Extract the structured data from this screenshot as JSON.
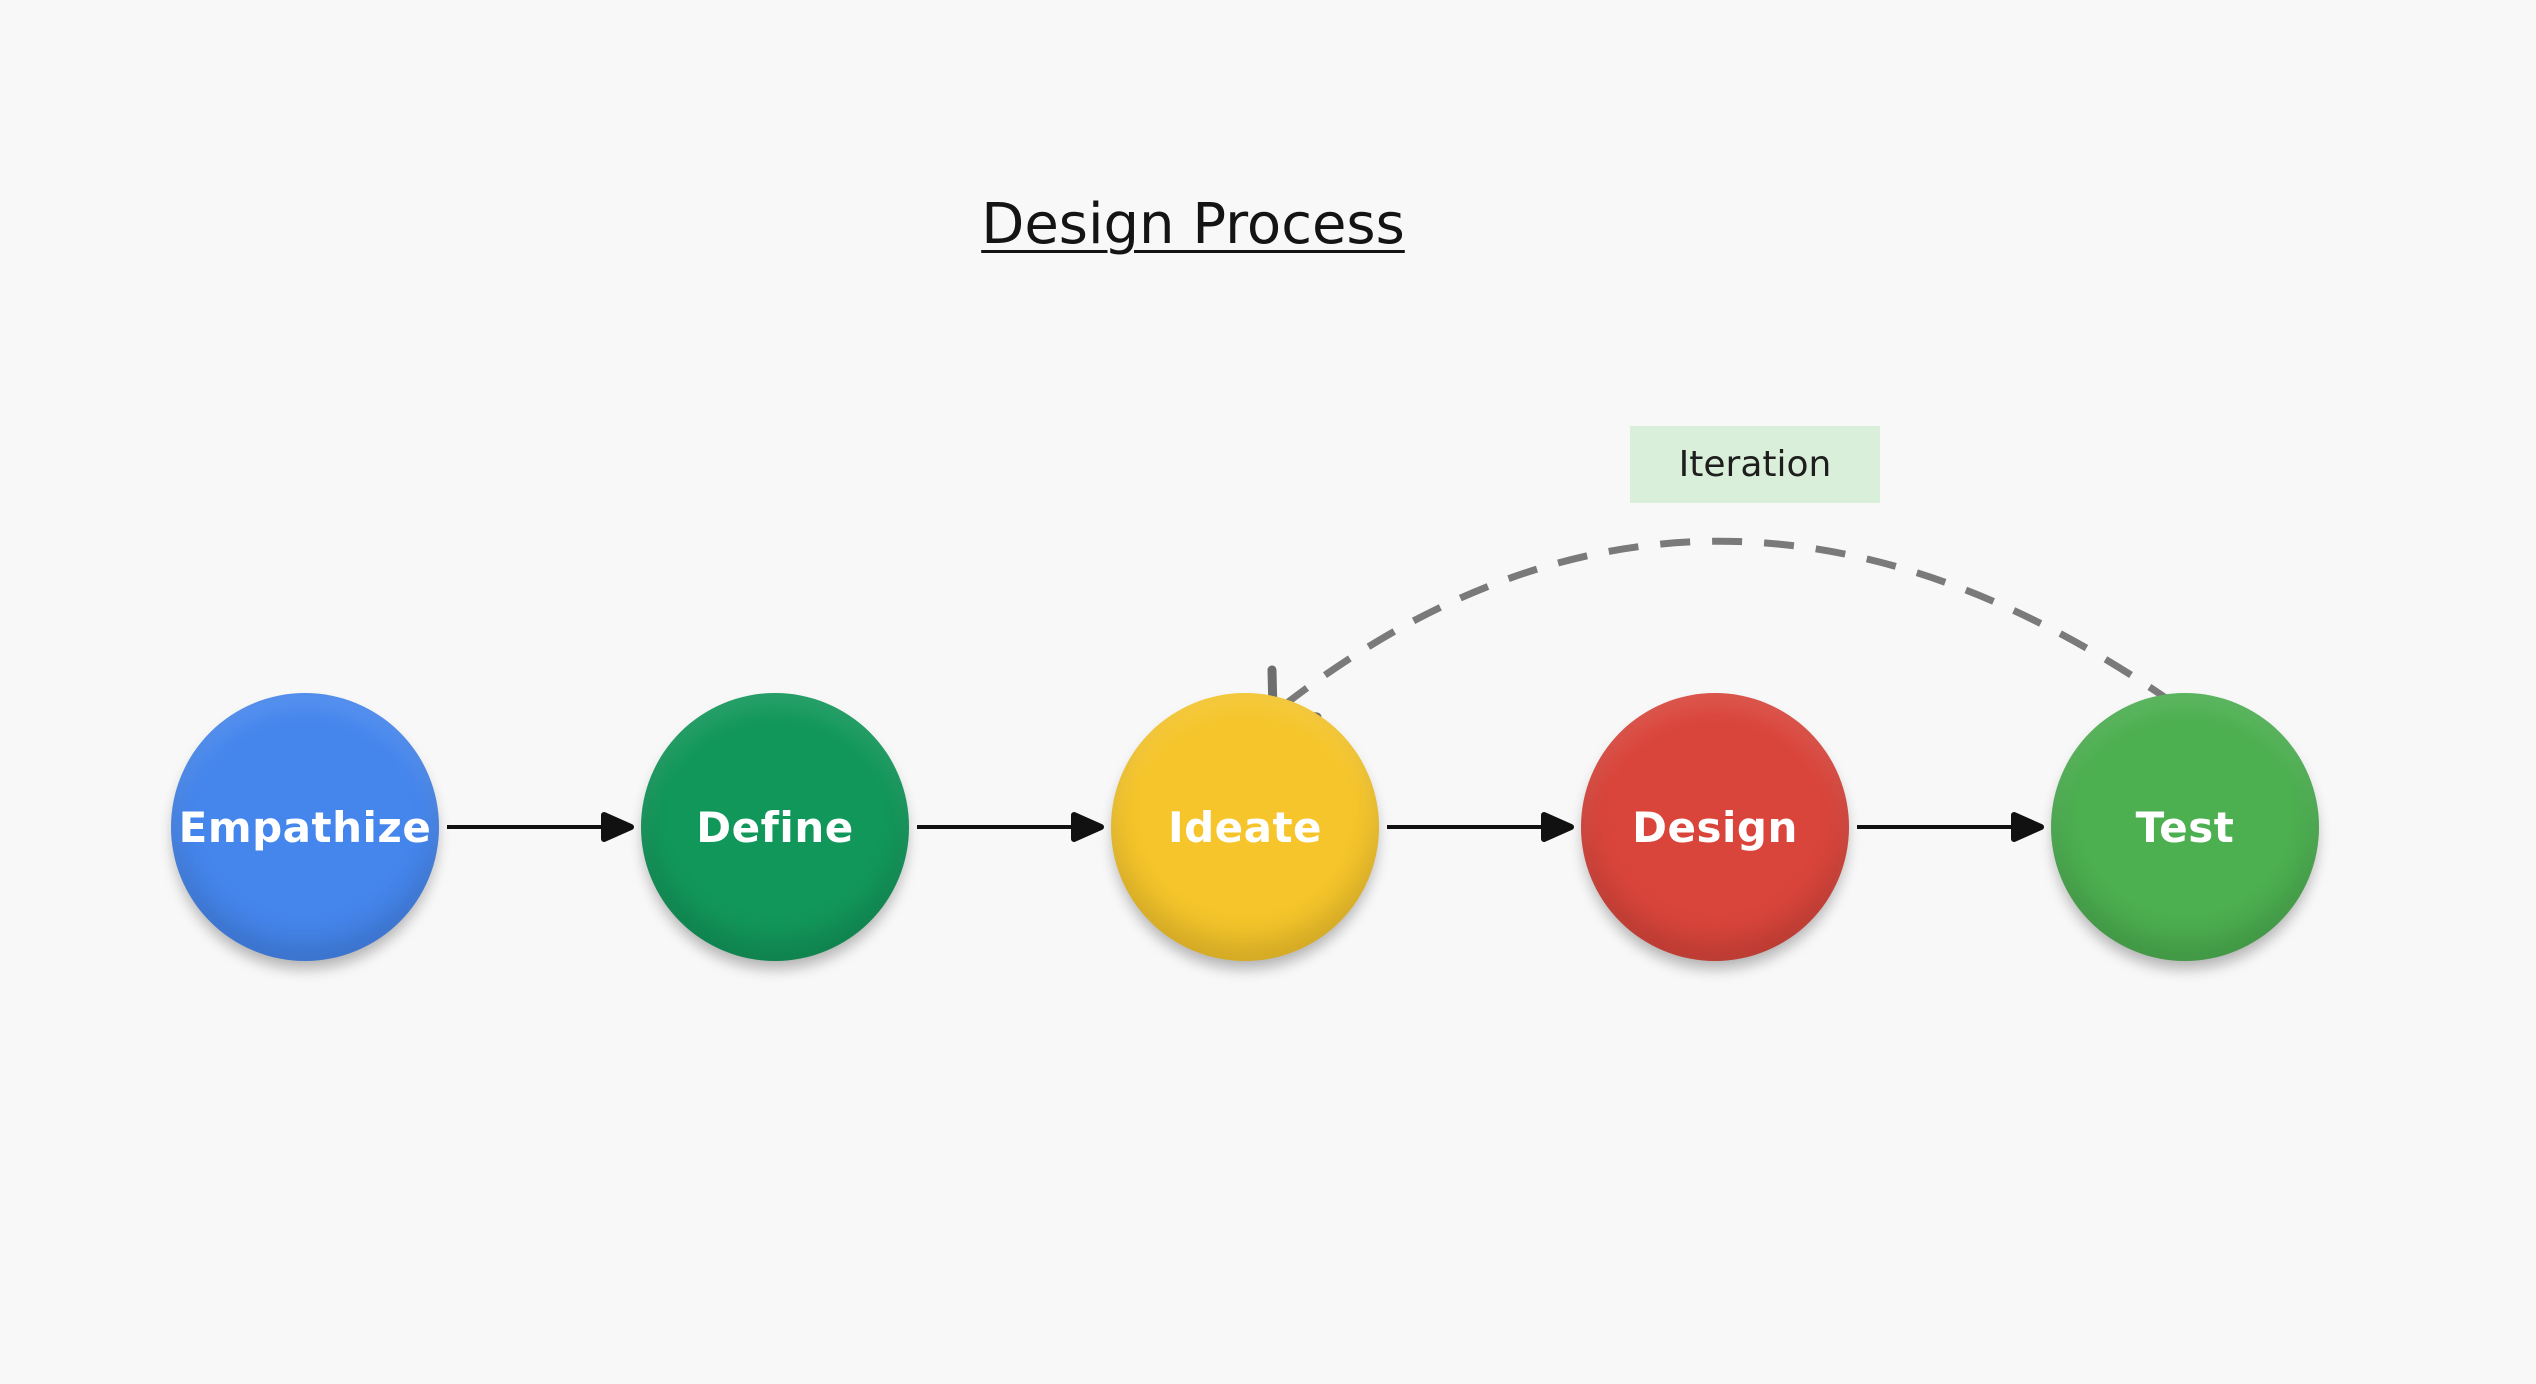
{
  "title": {
    "text": "Design Process"
  },
  "colors": {
    "background": "#f8f8f8",
    "flow_arrow": "#111111",
    "iteration_arc": "#7a7a7a",
    "node_label_text": "#ffffff"
  },
  "nodes": [
    {
      "label": "Empathize",
      "color": "#4586ED"
    },
    {
      "label": "Define",
      "color": "#12975A"
    },
    {
      "label": "Ideate",
      "color": "#F5C52B"
    },
    {
      "label": "Design",
      "color": "#D9453B"
    },
    {
      "label": "Test",
      "color": "#4CAF50"
    }
  ],
  "iteration_label": {
    "text": "Iteration",
    "background_color": "#D9EFD9",
    "text_color": "#1e1e1e"
  },
  "flow": [
    "Empathize → Define",
    "Define → Ideate",
    "Ideate → Design",
    "Design → Test",
    "Test ⇠ (dashed iteration arc) ⇠ back to Ideate"
  ]
}
